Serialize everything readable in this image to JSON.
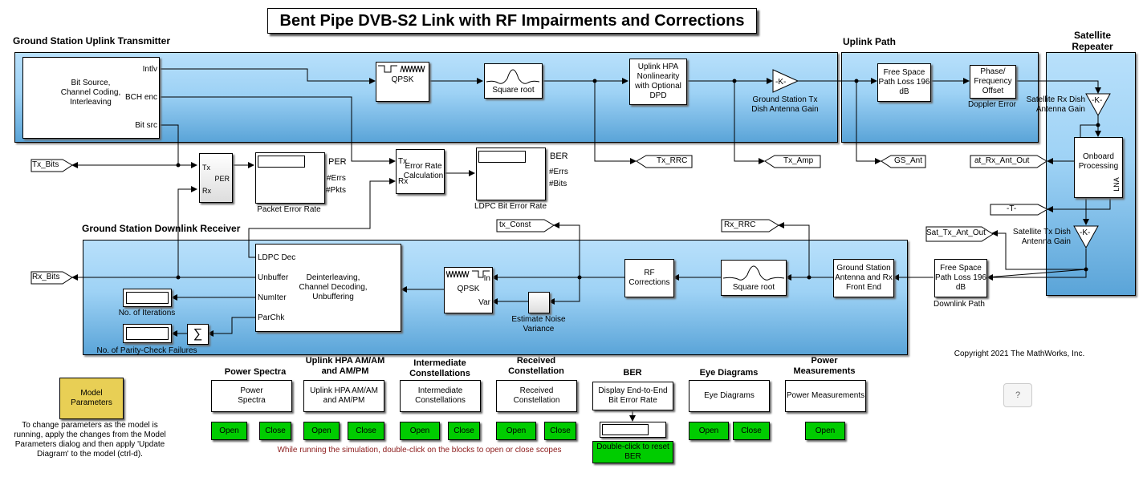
{
  "title": "Bent Pipe DVB-S2 Link with RF Impairments and Corrections",
  "sections": {
    "uplink_tx": "Ground Station Uplink Transmitter",
    "uplink_path": "Uplink Path",
    "satellite": "Satellite Repeater",
    "downlink_rx": "Ground Station Downlink Receiver"
  },
  "uplink_tx": {
    "source_block": "Bit Source, Channel Coding, Interleaving",
    "ports": {
      "intlv": "Intlv",
      "bch": "BCH enc",
      "bitsrc": "Bit src"
    },
    "qpsk": "QPSK",
    "rrc": "Square root",
    "hpa": "Uplink HPA Nonlinearity with Optional DPD",
    "gain_symbol": "-K-",
    "gain_caption": "Ground Station Tx Dish Antenna Gain"
  },
  "uplink_path": {
    "fspl": "Free Space Path Loss 196 dB",
    "pfo": "Phase/ Frequency Offset",
    "pfo_caption": "Doppler Error"
  },
  "satellite": {
    "rx_gain_symbol": "-K-",
    "rx_gain_caption": "Satellite Rx Dish Antenna Gain",
    "onboard": "Onboard Processing",
    "lna_port": "LNA",
    "tx_gain_symbol": "-K-",
    "tx_gain_caption": "Satellite Tx Dish Antenna Gain"
  },
  "downlink_path": {
    "fspl": "Free Space Path Loss 196 dB",
    "caption": "Downlink Path"
  },
  "tags": {
    "tx_bits": "Tx_Bits",
    "rx_bits": "Rx_Bits",
    "tx_rrc": "Tx_RRC",
    "tx_amp": "Tx_Amp",
    "gs_ant": "GS_Ant",
    "sat_rx_ant_out": "at_Rx_Ant_Out",
    "t_tag": "-T-",
    "sat_tx_ant_out": "Sat_Tx_Ant_Out",
    "rx_const": "tx_Const",
    "rx_rrc": "Rx_RRC"
  },
  "per": {
    "calc_ports": {
      "tx": "Tx",
      "rx": "Rx",
      "out": "PER"
    },
    "display_labels": [
      "PER",
      "#Errs",
      "#Pkts"
    ],
    "caption": "Packet Error Rate"
  },
  "ber": {
    "calc_block": "Error Rate Calculation",
    "calc_ports": {
      "tx": "Tx",
      "rx": "Rx"
    },
    "display_labels": [
      "BER",
      "#Errs",
      "#Bits"
    ],
    "caption": "LDPC Bit Error Rate"
  },
  "downlink_rx": {
    "decoder_block": "Deinterleaving, Channel Decoding, Unbuffering",
    "decoder_ports": {
      "ldpc": "LDPC Dec",
      "unbuffer": "Unbuffer",
      "numiter": "NumIter",
      "parchk": "ParChk"
    },
    "iterations_caption": "No. of Iterations",
    "parity_caption": "No. of Parity-Check Failures",
    "sum_symbol": "∑",
    "qpsk": "QPSK",
    "qpsk_ports": {
      "in": "In",
      "var": "Var"
    },
    "noise_caption": "Estimate Noise Variance",
    "rf_corr": "RF Corrections",
    "rrc": "Square root",
    "frontend": "Ground Station Antenna and Rx Front End"
  },
  "model_params": {
    "label": "Model Parameters",
    "note": "To change parameters as the model is running, apply the changes from the Model Parameters dialog and then apply 'Update Diagram' to the model (ctrl-d)."
  },
  "scopes": [
    {
      "title": "Power Spectra",
      "block": "Power Spectra",
      "open": "Open",
      "close": "Close"
    },
    {
      "title": "Uplink HPA AM/AM and AM/PM",
      "block": "Uplink HPA AM/AM and AM/PM",
      "open": "Open",
      "close": "Close"
    },
    {
      "title": "Intermediate Constellations",
      "block": "Intermediate Constellations",
      "open": "Open",
      "close": "Close"
    },
    {
      "title": "Received Constellation",
      "block": "Received Constellation",
      "open": "Open",
      "close": "Close"
    },
    {
      "title": "BER",
      "block": "Display End-to-End Bit Error Rate",
      "reset": "Double-click to reset BER"
    },
    {
      "title": "Eye Diagrams",
      "block": "Eye Diagrams",
      "open": "Open",
      "close": "Close"
    },
    {
      "title": "Power Measurements",
      "block": "Power Measurements",
      "open": "Open"
    }
  ],
  "scope_hint": "While running the simulation, double-click on the blocks to open or close scopes",
  "copyright": "Copyright 2021 The MathWorks, Inc.",
  "help_button": "?",
  "colors": {
    "area_light": "#b8e0fb",
    "area_dark": "#5aa4d8",
    "button_green": "#00cc00",
    "param_block": "#e8cf55",
    "hint_text": "#8b1a1a"
  }
}
